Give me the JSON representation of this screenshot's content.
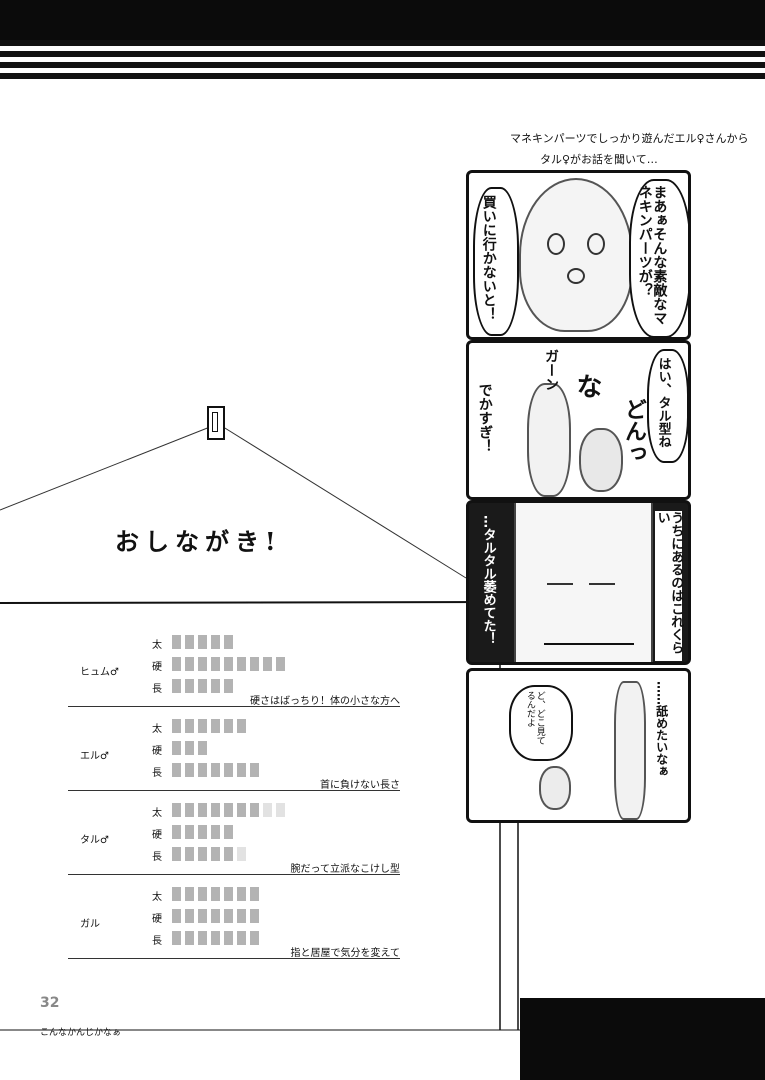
{
  "header": {
    "caption_line1": "マネキンパーツでしっかり遊んだエル♀さんから",
    "caption_line2": "タル♀がお話を聞いて…"
  },
  "sign": {
    "title": "おしながき!"
  },
  "stats": {
    "labels": [
      "太",
      "硬",
      "長"
    ],
    "characters": [
      {
        "name": "ヒュム♂",
        "values": [
          5,
          9,
          5
        ],
        "faint": [
          0,
          0,
          0
        ],
        "comment": "硬さはばっちり！体の小さな方へ"
      },
      {
        "name": "エル♂",
        "values": [
          6,
          3,
          7
        ],
        "faint": [
          0,
          0,
          0
        ],
        "comment": "首に負けない長さ"
      },
      {
        "name": "タル♂",
        "values": [
          7,
          5,
          5
        ],
        "faint": [
          2,
          0,
          1
        ],
        "comment": "腕だって立派なこけし型"
      },
      {
        "name": "ガル",
        "values": [
          7,
          7,
          7
        ],
        "faint": [
          0,
          0,
          0
        ],
        "comment": "指と居屋で気分を変えて"
      }
    ]
  },
  "comic": {
    "panel1_text_right": "まあぁそんな素敵なマネキンパーツが？",
    "panel1_text_left": "買いに行かないと！",
    "panel2_text_right": "はい、タル型ね",
    "panel2_sfx_na": "な",
    "panel2_sfx_don": "どんっ",
    "panel2_sfx_gaan": "ガーン",
    "panel2_text_left": "でかすぎ！",
    "panel3_text_right": "うちにあるのはこれくらい",
    "panel3_text_left": "…タルタル萎めてた！",
    "panel4_text_right": "……舐めたいなぁ",
    "panel4_text_left": "ど、どこ見てるんだよ"
  },
  "footer": {
    "page_number": "32",
    "note": "こんなかんじかなぁ"
  }
}
